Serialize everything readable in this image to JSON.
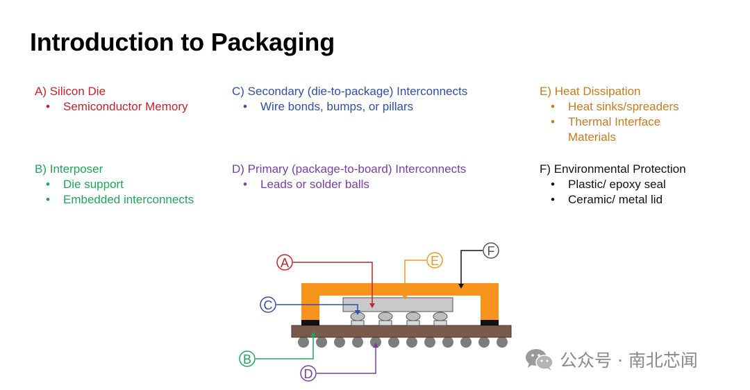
{
  "title": "Introduction to Packaging",
  "sections": {
    "a": {
      "heading": "A) Silicon Die",
      "items": [
        "Semiconductor Memory"
      ],
      "color": "#c8202a"
    },
    "b": {
      "heading": "B) Interposer",
      "items": [
        "Die support",
        "Embedded interconnects"
      ],
      "color": "#1fa55a"
    },
    "c": {
      "heading": "C) Secondary (die-to-package) Interconnects",
      "items": [
        "Wire bonds, bumps, or pillars"
      ],
      "color": "#2f4fa8"
    },
    "d": {
      "heading": "D) Primary (package-to-board) Interconnects",
      "items": [
        "Leads or solder balls"
      ],
      "color": "#7a3ea6"
    },
    "e": {
      "heading": "E) Heat Dissipation",
      "items": [
        "Heat sinks/spreaders",
        "Thermal Interface Materials"
      ],
      "color": "#c87a1c"
    },
    "f": {
      "heading": "F) Environmental Protection",
      "items": [
        "Plastic/ epoxy seal",
        "Ceramic/ metal lid"
      ],
      "color": "#111111"
    }
  },
  "bullet": "•",
  "diagram": {
    "labels": {
      "a": "A",
      "b": "B",
      "c": "C",
      "d": "D",
      "e": "E",
      "f": "F"
    },
    "colors": {
      "lid": "#f7941d",
      "die": "#c9c9c9",
      "substrate": "#7a5a4a",
      "ball": "#7d7d7d",
      "bump": "#bdbdbd",
      "seal": "#111111"
    }
  },
  "watermark": {
    "text": "公众号 · 南北芯闻",
    "icon": "wechat-icon"
  }
}
